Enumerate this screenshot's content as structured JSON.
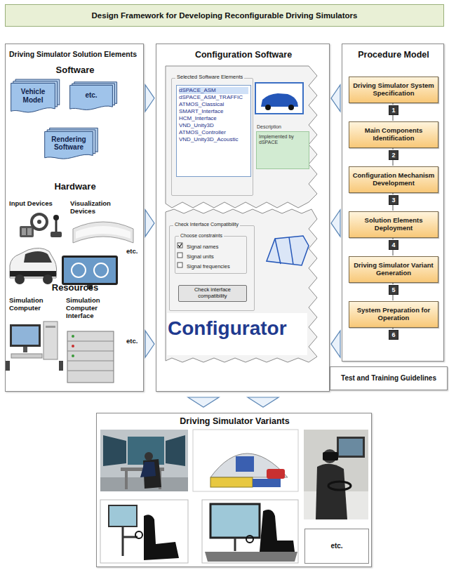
{
  "diagram": {
    "title": "Design Framework for Developing Reconfigurable Driving Simulators",
    "nodes": [
      {
        "text": [
          "Driving Simulator Solution Elements",
          "Software",
          "Hardware",
          "Input Devices",
          "Visualization Devices",
          "etc.",
          "Resources",
          "Simulation Computer",
          "Simulation Computer Interface",
          "etc."
        ]
      },
      {
        "text": [
          "Vehicle Model"
        ],
        "in": 0
      },
      {
        "text": [
          "etc."
        ],
        "in": 0
      },
      {
        "text": [
          "Rendering Software"
        ],
        "in": 0
      },
      {
        "text": [
          "Configuration Software",
          "Configurator"
        ]
      },
      {
        "text": [
          "Selected Software Elements"
        ],
        "in": 4
      },
      {
        "text": [
          "dSPACE_ASM",
          "dSPACE_ASM_TRAFFIC",
          "ATMOS_Classical",
          "SMART_Interface",
          "HCM_Interface",
          "VND_Unity3D",
          "ATMOS_Controller",
          "VND_Unity3D_Acoustic"
        ],
        "in": 5
      },
      {
        "text": [
          "Description",
          "Implemented by dSPACE"
        ],
        "in": 4
      },
      {
        "text": [
          "Check Interface Compatibility"
        ],
        "in": 4
      },
      {
        "text": [
          "Choose constraints",
          "Signal names",
          "Signal units",
          "Signal frequencies"
        ],
        "in": 8
      },
      {
        "text": [
          "Check interface compatibility"
        ],
        "in": 8
      },
      {
        "text": [
          "Procedure Model"
        ]
      },
      {
        "text": [
          "Driving Simulator System Specification"
        ],
        "in": 11
      },
      {
        "text": [
          "1"
        ],
        "in": 11
      },
      {
        "text": [
          "Main Components Identification"
        ],
        "in": 11
      },
      {
        "text": [
          "2"
        ],
        "in": 11
      },
      {
        "text": [
          "Configuration Mechanism Development"
        ],
        "in": 11
      },
      {
        "text": [
          "3"
        ],
        "in": 11
      },
      {
        "text": [
          "Solution Elements Deployment"
        ],
        "in": 11
      },
      {
        "text": [
          "4"
        ],
        "in": 11
      },
      {
        "text": [
          "Driving Simulator Variant Generation"
        ],
        "in": 11
      },
      {
        "text": [
          "5"
        ],
        "in": 11
      },
      {
        "text": [
          "System Preparation for Operation"
        ],
        "in": 11
      },
      {
        "text": [
          "6"
        ],
        "in": 11
      },
      {
        "text": [
          "Test and Training Guidelines"
        ]
      },
      {
        "text": [
          "Driving Simulator Variants"
        ]
      },
      {
        "text": [
          "etc."
        ],
        "in": 25
      }
    ],
    "edges": [
      {
        "from": 0,
        "to": 4,
        "arrow": "to"
      },
      {
        "from": 11,
        "to": 4,
        "arrow": "to"
      },
      {
        "from": 4,
        "to": 25,
        "arrow": "to"
      }
    ]
  }
}
